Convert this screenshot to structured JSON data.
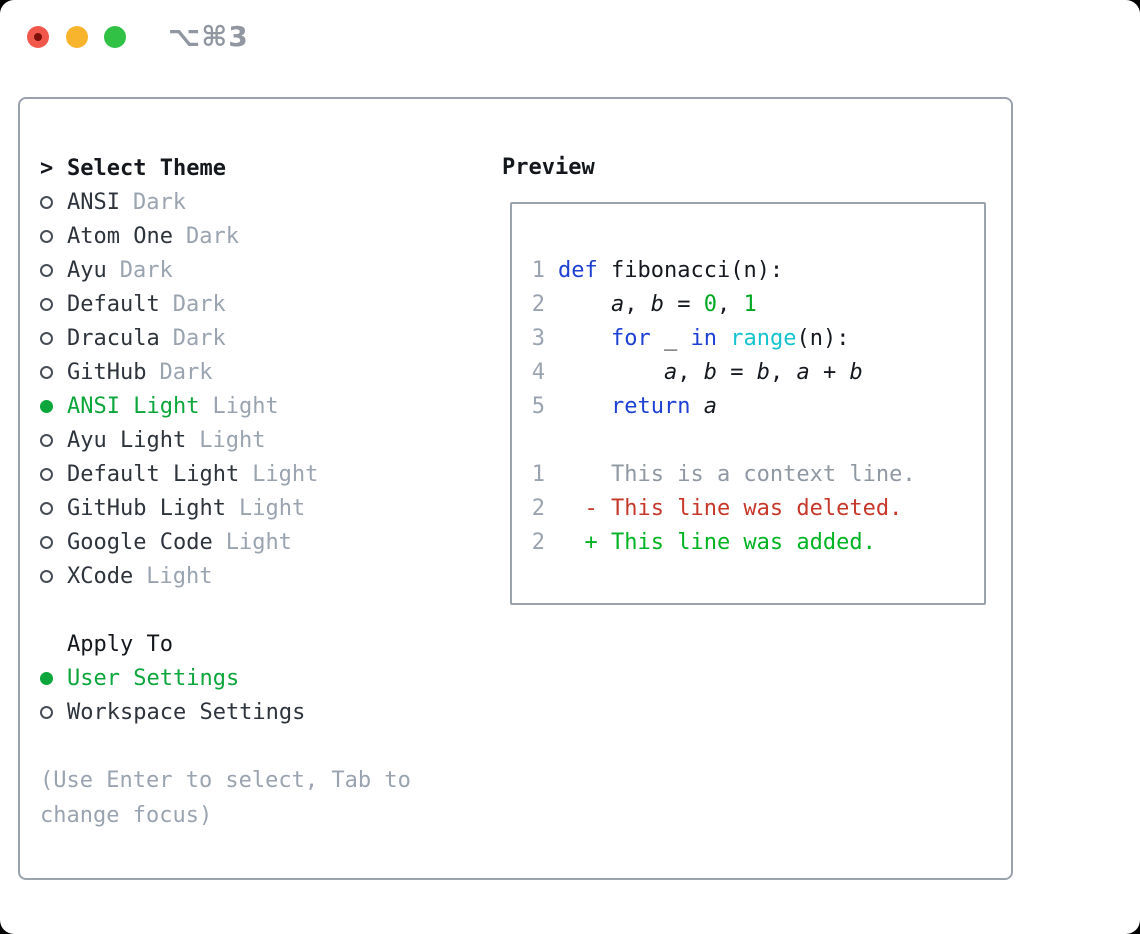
{
  "titlebar": {
    "shortcut": "⌥⌘3"
  },
  "colors": {
    "selection_green": "#0DA63C",
    "added_green": "#00B322",
    "number_green": "#00A822",
    "keyword_blue": "#1E41D3",
    "builtin_cyan": "#15C3CE",
    "deleted_red": "#C6382A",
    "context_gray": "#8F98A3",
    "muted_gray": "#9AA4B0",
    "border_gray": "#9AA2AC"
  },
  "theme_select": {
    "header_marker": ">",
    "header": "Select Theme",
    "items": [
      {
        "name": "ANSI",
        "badge": "Dark",
        "selected": false
      },
      {
        "name": "Atom One",
        "badge": "Dark",
        "selected": false
      },
      {
        "name": "Ayu",
        "badge": "Dark",
        "selected": false
      },
      {
        "name": "Default",
        "badge": "Dark",
        "selected": false
      },
      {
        "name": "Dracula",
        "badge": "Dark",
        "selected": false
      },
      {
        "name": "GitHub",
        "badge": "Dark",
        "selected": false
      },
      {
        "name": "ANSI Light",
        "badge": "Light",
        "selected": true
      },
      {
        "name": "Ayu Light",
        "badge": "Light",
        "selected": false
      },
      {
        "name": "Default Light",
        "badge": "Light",
        "selected": false
      },
      {
        "name": "GitHub Light",
        "badge": "Light",
        "selected": false
      },
      {
        "name": "Google Code",
        "badge": "Light",
        "selected": false
      },
      {
        "name": "XCode",
        "badge": "Light",
        "selected": false
      }
    ]
  },
  "apply_to": {
    "header": "Apply To",
    "options": [
      {
        "label": "User Settings",
        "selected": true
      },
      {
        "label": "Workspace Settings",
        "selected": false
      }
    ]
  },
  "help_text": "(Use Enter to select, Tab to change focus)",
  "preview": {
    "title": "Preview",
    "lines": [
      {
        "num": "1",
        "tokens": [
          [
            "kw",
            "def"
          ],
          [
            "plain",
            " fibonacci(n):"
          ]
        ]
      },
      {
        "num": "2",
        "tokens": [
          [
            "plain",
            "    "
          ],
          [
            "var",
            "a"
          ],
          [
            "plain",
            ", "
          ],
          [
            "var",
            "b"
          ],
          [
            "plain",
            " = "
          ],
          [
            "num",
            "0"
          ],
          [
            "plain",
            ", "
          ],
          [
            "num",
            "1"
          ]
        ]
      },
      {
        "num": "3",
        "tokens": [
          [
            "plain",
            "    "
          ],
          [
            "kw",
            "for"
          ],
          [
            "plain",
            " _ "
          ],
          [
            "kw",
            "in"
          ],
          [
            "plain",
            " "
          ],
          [
            "builtin",
            "range"
          ],
          [
            "plain",
            "(n):"
          ]
        ]
      },
      {
        "num": "4",
        "tokens": [
          [
            "plain",
            "        "
          ],
          [
            "var",
            "a"
          ],
          [
            "plain",
            ", "
          ],
          [
            "var",
            "b"
          ],
          [
            "plain",
            " = "
          ],
          [
            "var",
            "b"
          ],
          [
            "plain",
            ", "
          ],
          [
            "var",
            "a"
          ],
          [
            "plain",
            " + "
          ],
          [
            "var",
            "b"
          ]
        ]
      },
      {
        "num": "5",
        "tokens": [
          [
            "plain",
            "    "
          ],
          [
            "kw",
            "return"
          ],
          [
            "plain",
            " "
          ],
          [
            "var",
            "a"
          ]
        ]
      },
      {
        "num": "",
        "tokens": []
      },
      {
        "num": "1",
        "tokens": [
          [
            "ctx",
            "    This is a context line."
          ]
        ]
      },
      {
        "num": "2",
        "tokens": [
          [
            "del",
            "  - This line was deleted."
          ]
        ]
      },
      {
        "num": "2",
        "tokens": [
          [
            "add",
            "  + This line was added."
          ]
        ]
      }
    ]
  }
}
